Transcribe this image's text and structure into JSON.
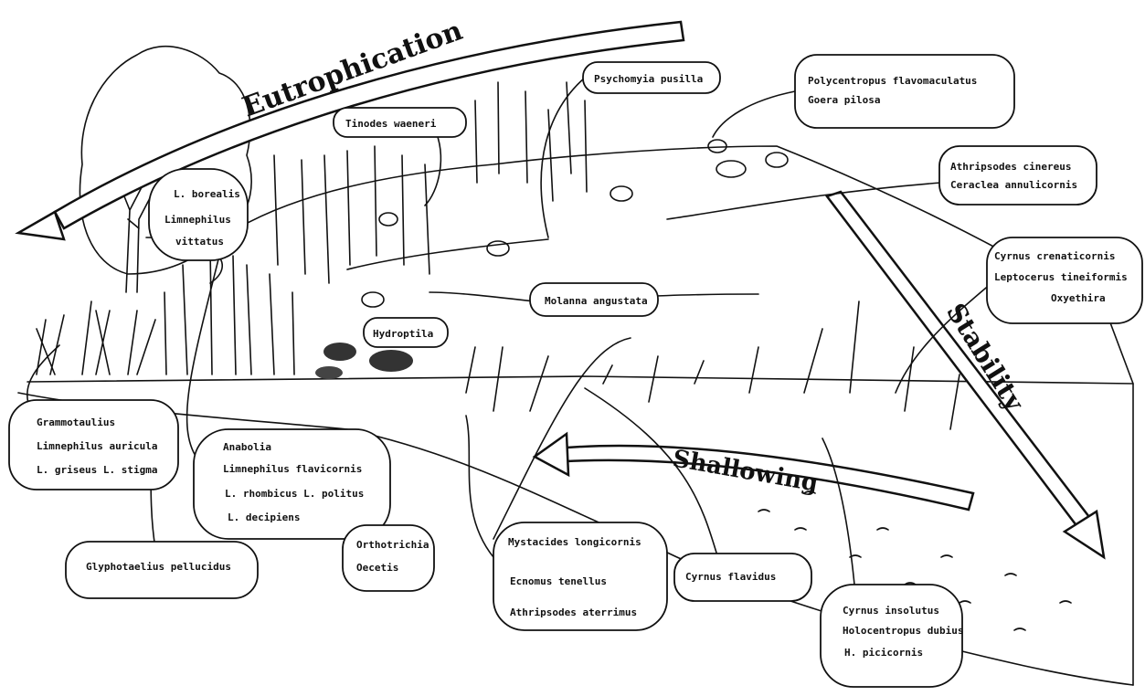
{
  "arrows": {
    "eutrophication": "Eutrophication",
    "stability": "Stability",
    "shallowing": "Shallowing"
  },
  "labels": {
    "psychomyia": "Psychomyia pusilla",
    "tinodes": "Tinodes waeneri",
    "polycentropus": "Polycentropus flavomaculatus",
    "goera": "Goera pilosa",
    "athripsodes_c": "Athripsodes cinereus",
    "ceraclea": "Ceraclea annulicornis",
    "l_borealis": "L. borealis",
    "limnephilus_v1": "Limnephilus",
    "limnephilus_v2": "vittatus",
    "cyrnus_c": "Cyrnus crenaticornis",
    "leptocerus": "Leptocerus tineiformis",
    "oxyethira": "Oxyethira",
    "molanna": "Molanna angustata",
    "hydroptila": "Hydroptila",
    "grammotaulius": "Grammotaulius",
    "limnephilus_auricula": "Limnephilus auricula",
    "l_griseus_stigma": "L. griseus  L. stigma",
    "anabolia": "Anabolia",
    "limnephilus_flavicornis": "Limnephilus flavicornis",
    "l_rhombicus_politus": "L. rhombicus   L. politus",
    "l_decipiens": "L. decipiens",
    "glyphotaelius": "Glyphotaelius pellucidus",
    "orthotrichia": "Orthotrichia",
    "oecetis": "Oecetis",
    "mystacides": "Mystacides longicornis",
    "ecnomus": "Ecnomus tenellus",
    "athripsodes_a": "Athripsodes aterrimus",
    "cyrnus_f": "Cyrnus flavidus",
    "cyrnus_i": "Cyrnus insolutus",
    "holocentropus": "Holocentropus dubius",
    "h_picicornis": "H. picicornis"
  }
}
